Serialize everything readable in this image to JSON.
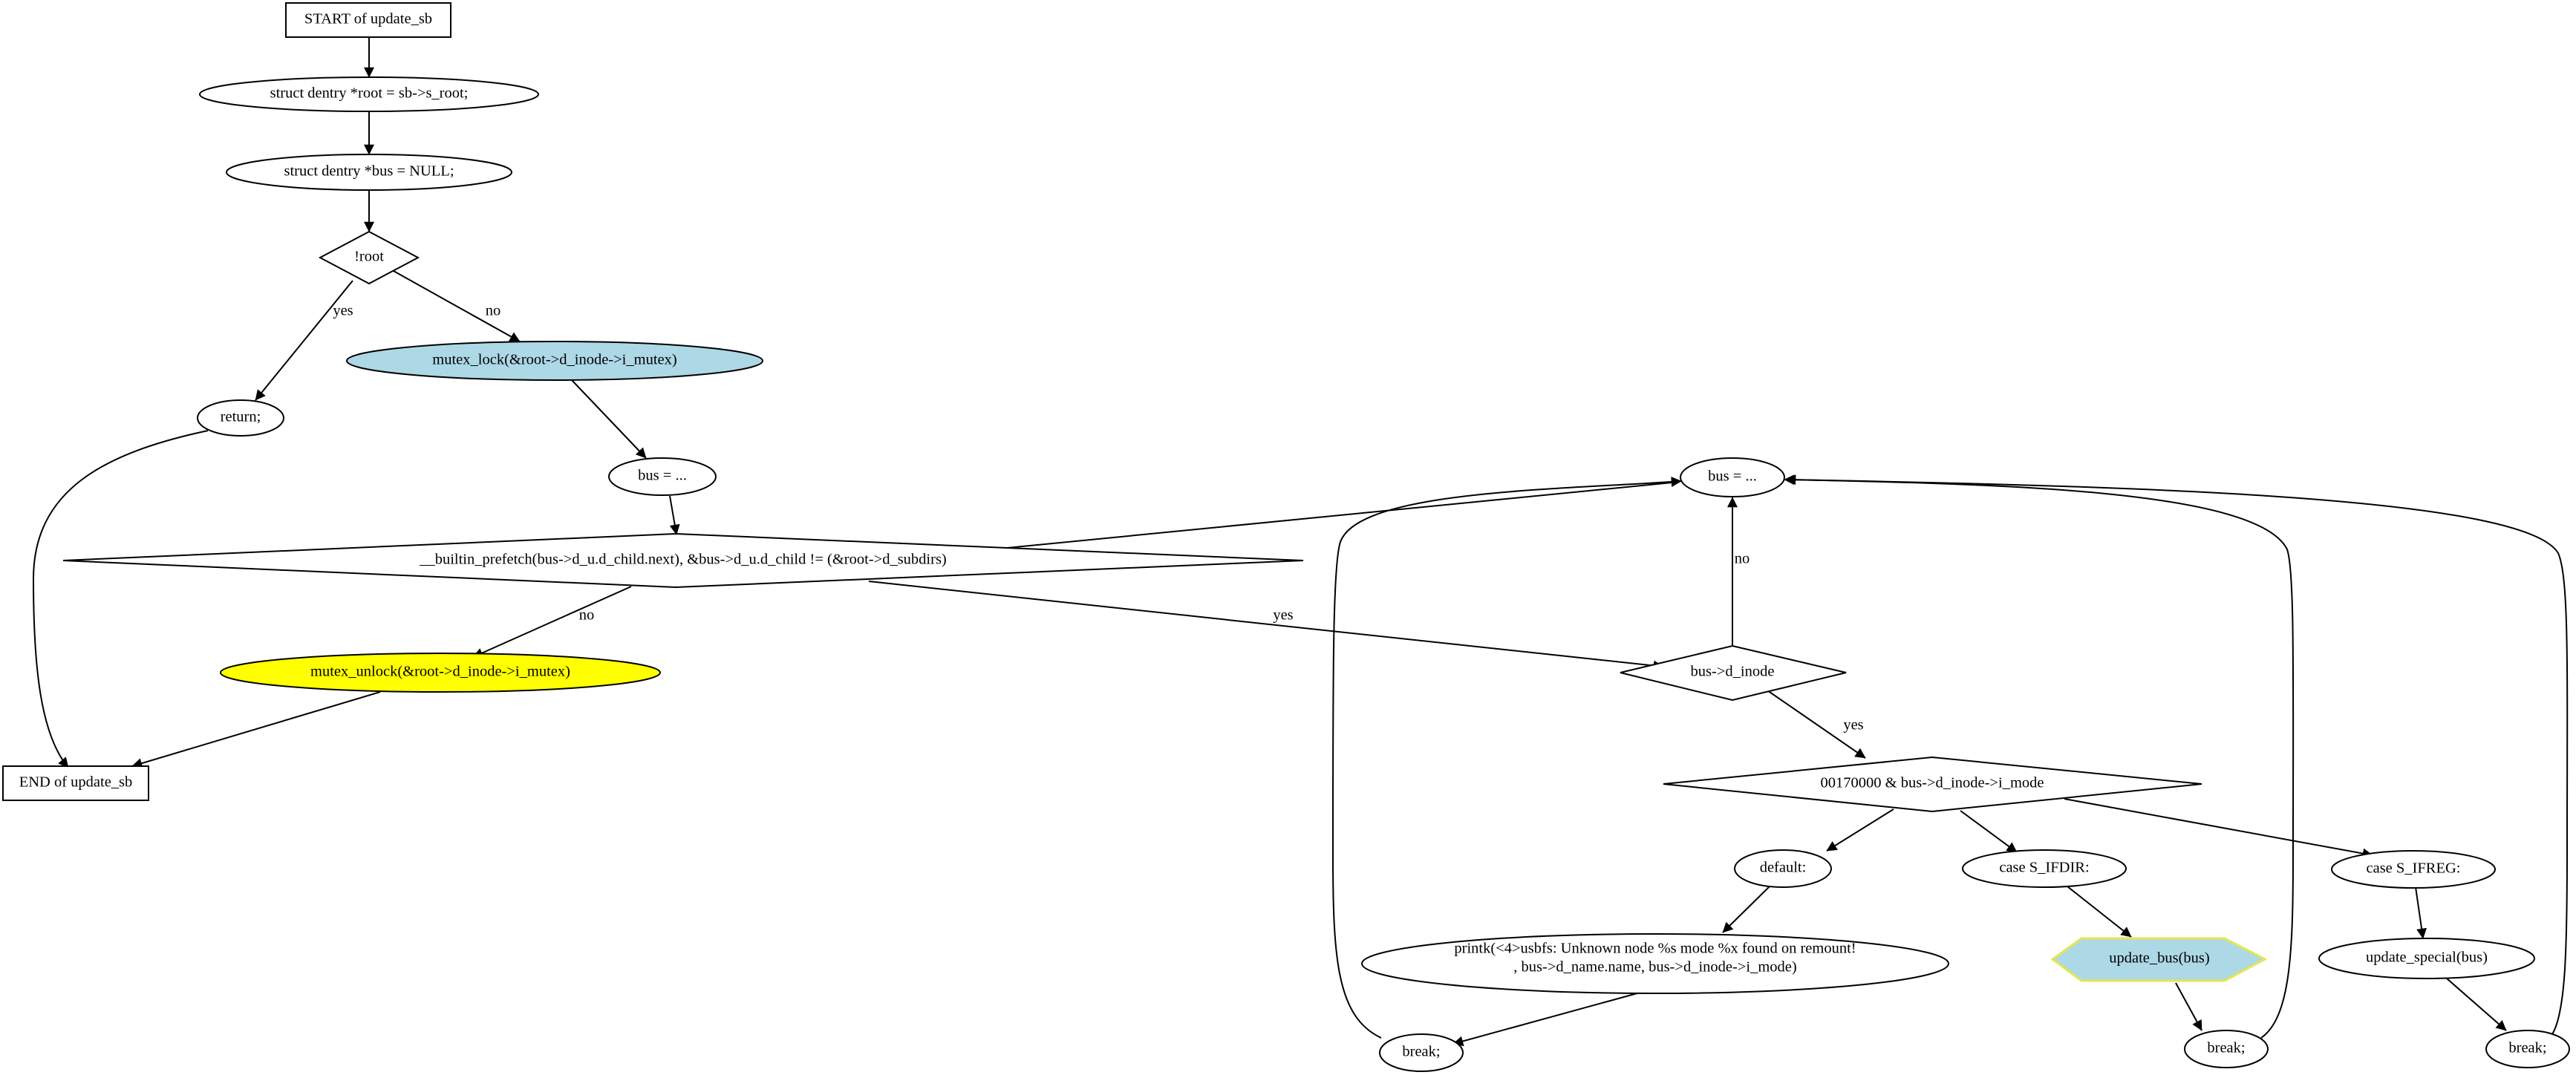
{
  "nodes": {
    "start": "START of update_sb",
    "root_assign": "struct dentry *root = sb->s_root;",
    "bus_null": "struct dentry *bus = NULL;",
    "not_root": "!root",
    "return": "return;",
    "mutex_lock": "mutex_lock(&root->d_inode->i_mutex)",
    "bus_assign_1": "bus = ...",
    "loop_cond": "__builtin_prefetch(bus->d_u.d_child.next), &bus->d_u.d_child != (&root->d_subdirs)",
    "mutex_unlock": "mutex_unlock(&root->d_inode->i_mutex)",
    "end": "END of update_sb",
    "bus_assign_2": "bus = ...",
    "bus_inode": "bus->d_inode",
    "switch_mode": "00170000 & bus->d_inode->i_mode",
    "default": "default:",
    "case_ifdir": "case S_IFDIR:",
    "case_ifreg": "case S_IFREG:",
    "printk_line1": "printk(<4>usbfs: Unknown node %s mode %x found on remount!",
    "printk_line2": ", bus->d_name.name, bus->d_inode->i_mode)",
    "update_bus": "update_bus(bus)",
    "update_special": "update_special(bus)",
    "break_1": "break;",
    "break_2": "break;",
    "break_3": "break;"
  },
  "edge_labels": {
    "root_yes": "yes",
    "root_no": "no",
    "loop_no": "no",
    "loop_yes": "yes",
    "inode_no": "no",
    "inode_yes": "yes"
  },
  "colors": {
    "light_blue": "#add8e6",
    "yellow": "#ffff00",
    "hexagon_border": "#e6e650"
  }
}
